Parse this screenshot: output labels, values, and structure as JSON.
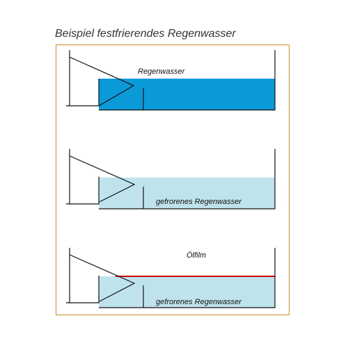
{
  "title": "Beispiel festfrierendes Regenwasser",
  "colors": {
    "frame": "#d08a2e",
    "water": "#0a9ad8",
    "ice": "#bfe3ec",
    "oil_film": "#cc0000",
    "line": "#111111"
  },
  "panels": [
    {
      "label": "Regenwasser",
      "fill": "water"
    },
    {
      "label": "gefrorenes Regenwasser",
      "fill": "ice"
    },
    {
      "label": "gefrorenes Regenwasser",
      "fill": "ice",
      "overlay_label": "Ölfilm"
    }
  ]
}
